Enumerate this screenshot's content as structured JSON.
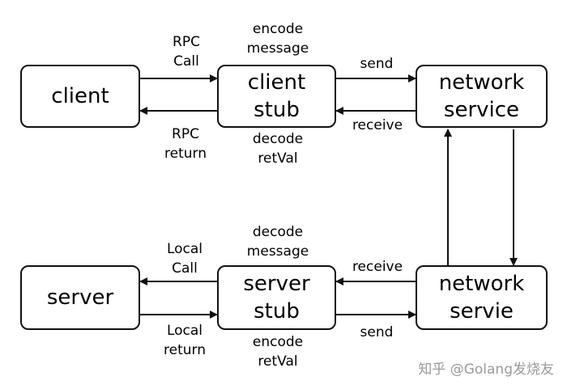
{
  "nodes": {
    "client": [
      "client"
    ],
    "client_stub": [
      "client",
      "stub"
    ],
    "network_service_top": [
      "network",
      "service"
    ],
    "server": [
      "server"
    ],
    "server_stub": [
      "server",
      "stub"
    ],
    "network_service_bottom": [
      "network",
      "servie"
    ]
  },
  "labels": {
    "rpc_call": [
      "RPC",
      "Call"
    ],
    "rpc_return": [
      "RPC",
      "return"
    ],
    "encode_message": [
      "encode",
      "message"
    ],
    "decode_retval": [
      "decode",
      "retVal"
    ],
    "send_top": [
      "send"
    ],
    "receive_top": [
      "receive"
    ],
    "local_call": [
      "Local",
      "Call"
    ],
    "local_return": [
      "Local",
      "return"
    ],
    "decode_message": [
      "decode",
      "message"
    ],
    "encode_retval": [
      "encode",
      "retVal"
    ],
    "receive_bottom": [
      "receive"
    ],
    "send_bottom": [
      "send"
    ]
  },
  "watermark": "知乎 @Golang发烧友"
}
